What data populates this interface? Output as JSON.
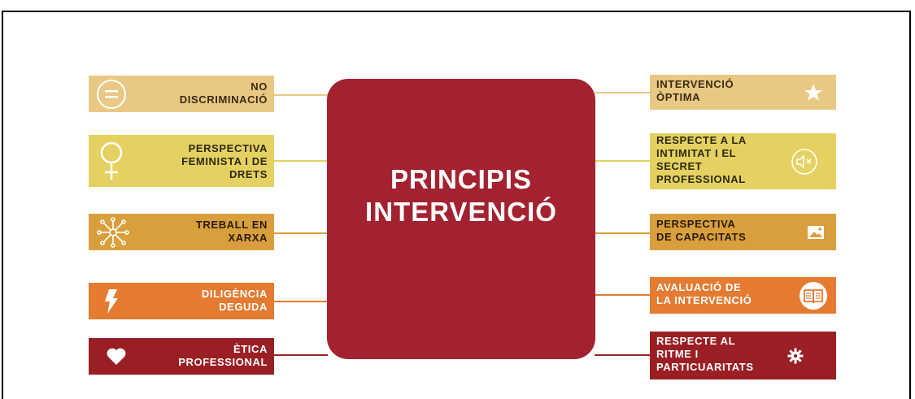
{
  "title": {
    "line1": "PRINCIPIS",
    "line2": "INTERVENCIÓ"
  },
  "left_items": [
    {
      "line1": "NO",
      "line2": "DISCRIMINACIÓ",
      "icon": "equals-circle-icon",
      "color": "#e9c884",
      "text_color": "#3a2a10"
    },
    {
      "line1": "PERSPECTIVA",
      "line2": "FEMINISTA I DE",
      "line3": "DRETS",
      "icon": "female-symbol-icon",
      "color": "#e5d161",
      "text_color": "#2e2a0f"
    },
    {
      "line1": "TREBALL EN",
      "line2": "XARXA",
      "icon": "network-icon",
      "color": "#d99f3c",
      "text_color": "#2a1c08"
    },
    {
      "line1": "DILIGÈNCIA",
      "line2": "DEGUDA",
      "icon": "lightning-icon",
      "color": "#e47b31",
      "text_color": "#ffffff"
    },
    {
      "line1": "ÈTICA",
      "line2": "PROFESSIONAL",
      "icon": "heart-icon",
      "color": "#9a1f24",
      "text_color": "#ffffff"
    }
  ],
  "right_items": [
    {
      "line1": "INTERVENCIÓ",
      "line2": "ÒPTIMA",
      "icon": "star-icon",
      "color": "#e9c884",
      "text_color": "#3a2a10"
    },
    {
      "line1": "RESPECTE A LA",
      "line2": "INTIMITAT I EL",
      "line3": "SECRET",
      "line4": "PROFESSIONAL",
      "icon": "mute-speaker-icon",
      "color": "#e5d161",
      "text_color": "#2e2a0f"
    },
    {
      "line1": "PERSPECTIVA",
      "line2": "DE CAPACITATS",
      "icon": "image-icon",
      "color": "#d99f3c",
      "text_color": "#2a1c08"
    },
    {
      "line1": "AVALUACIÓ DE",
      "line2": "LA INTERVENCIÓ",
      "icon": "book-icon",
      "color": "#e47b31",
      "text_color": "#ffffff"
    },
    {
      "line1": "RESPECTE AL",
      "line2": "RITME I",
      "line3": "PARTICUARITATS",
      "icon": "gear-icon",
      "color": "#9a1f24",
      "text_color": "#ffffff"
    }
  ]
}
